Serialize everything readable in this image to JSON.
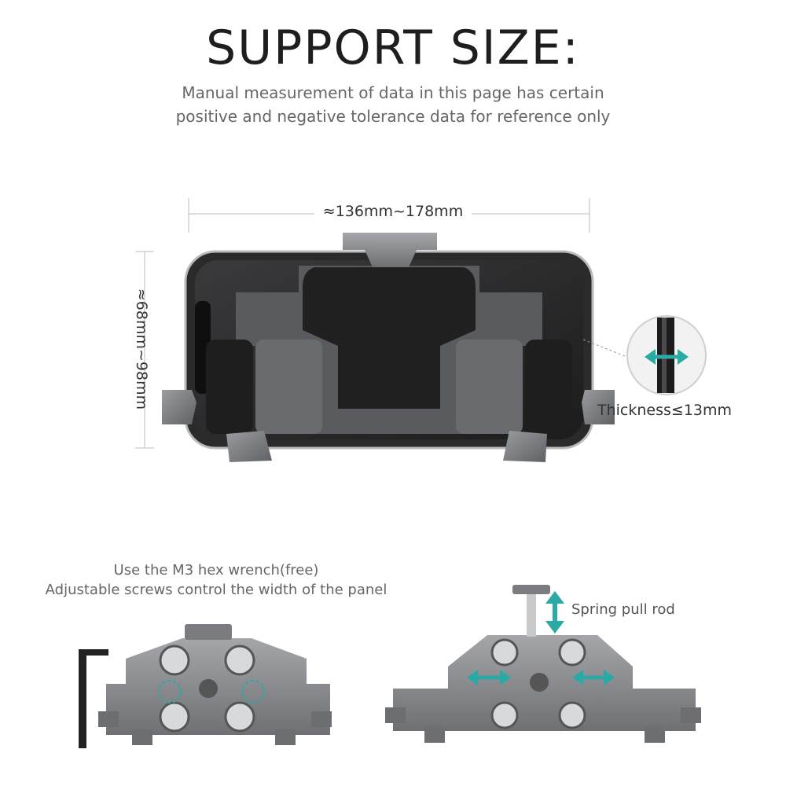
{
  "header": {
    "title": "SUPPORT SIZE:",
    "subtitle_line1": "Manual measurement of data in this page has certain",
    "subtitle_line2": "positive and negative tolerance data for reference only"
  },
  "dimensions": {
    "width_range": "≈136mm~178mm",
    "height_range": "≈68mm~98mm",
    "thickness": "Thickness≤13mm"
  },
  "notes": {
    "hex_wrench_line1": "Use the M3 hex wrench(free)",
    "hex_wrench_line2": "Adjustable screws control the width of the panel",
    "spring_rod": "Spring pull rod"
  },
  "colors": {
    "accent_arrow": "#2aa9a5",
    "metal": "#7d7f83",
    "phone_frame": "#1b1b1c"
  }
}
